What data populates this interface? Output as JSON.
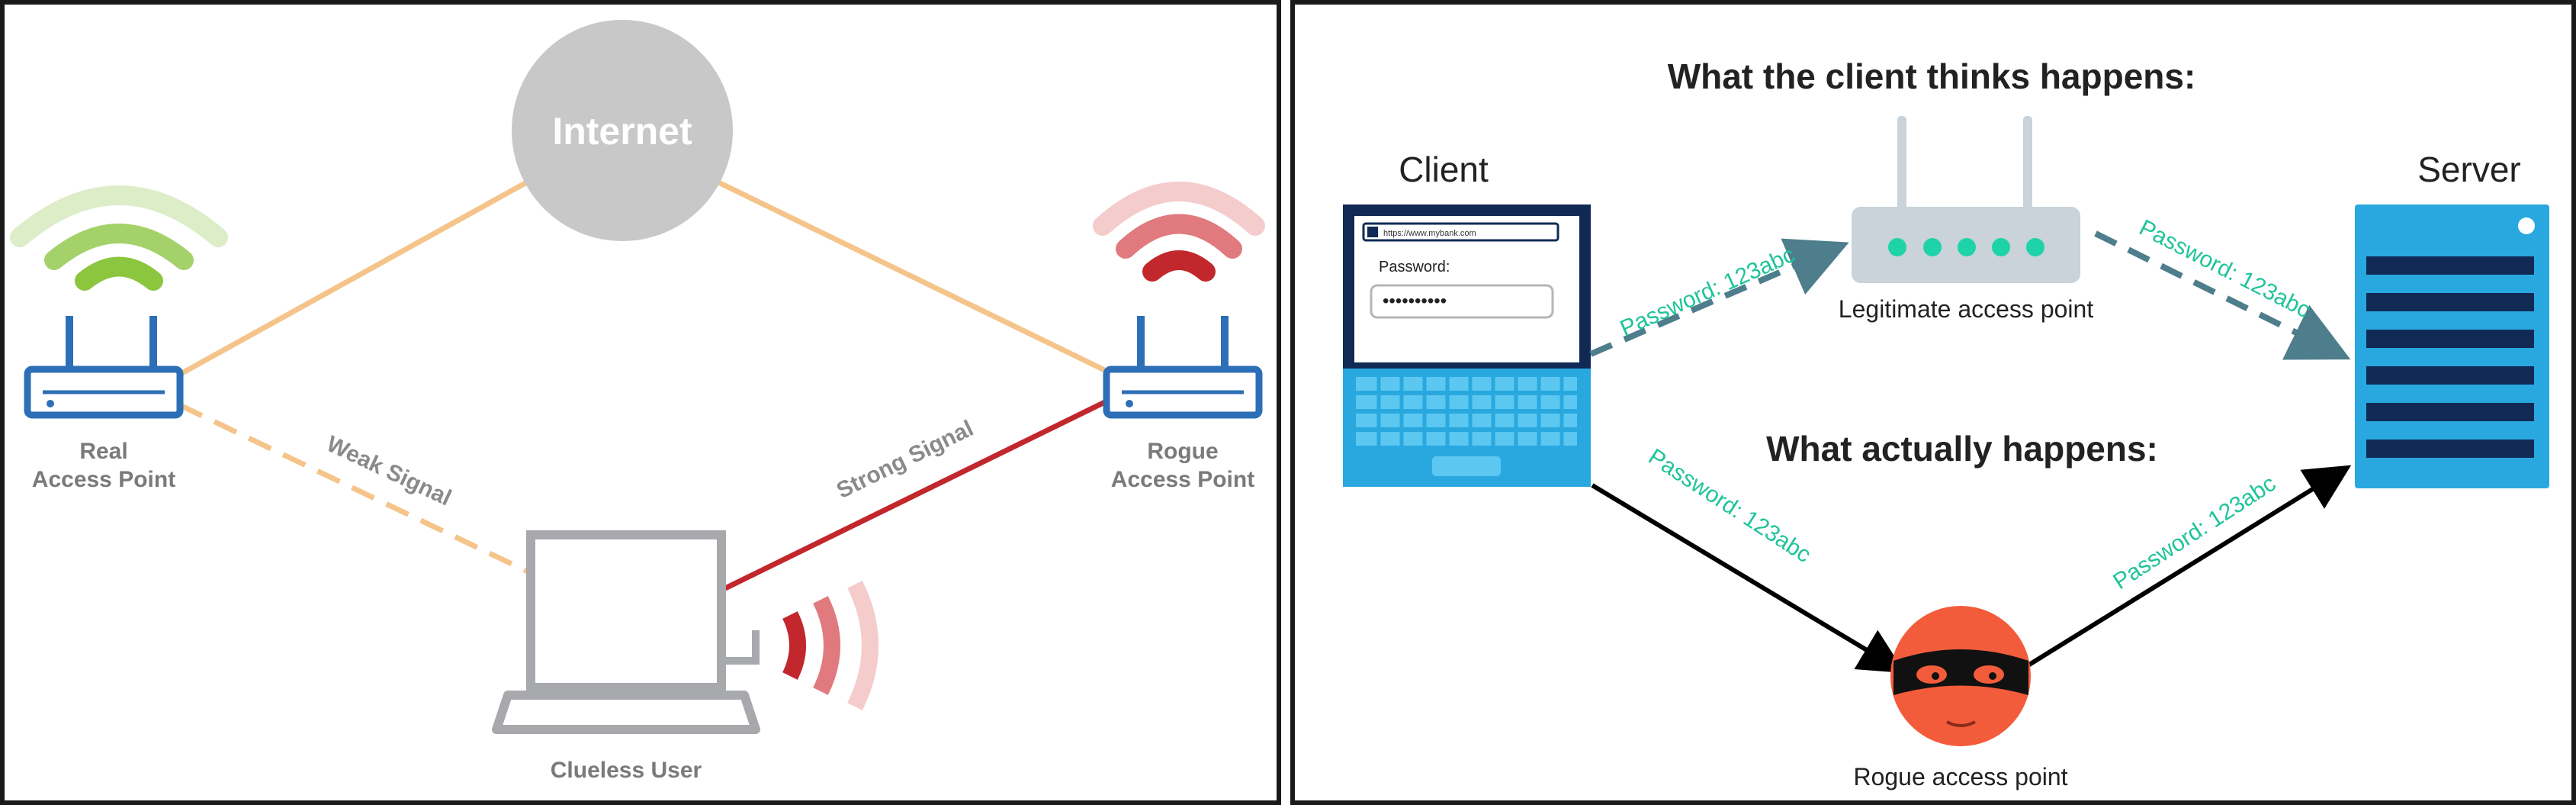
{
  "left": {
    "internet_label": "Internet",
    "real_ap_label_line1": "Real",
    "real_ap_label_line2": "Access Point",
    "rogue_ap_label_line1": "Rogue",
    "rogue_ap_label_line2": "Access Point",
    "weak_signal_label": "Weak Signal",
    "strong_signal_label": "Strong Signal",
    "user_label": "Clueless User",
    "colors": {
      "real_wifi": "#8cc63f",
      "rogue_wifi": "#c1272d",
      "ap_blue": "#2c6fb7",
      "link_orange": "#f5c48a",
      "internet_grey": "#c8c8c8",
      "laptop_grey": "#a7a9ac"
    }
  },
  "right": {
    "title_top": "What the client thinks happens:",
    "title_bottom": "What actually happens:",
    "client_label": "Client",
    "server_label": "Server",
    "legit_ap_label": "Legitimate access point",
    "rogue_ap_label": "Rogue access point",
    "url_text": "https://www.mybank.com",
    "password_field_label": "Password:",
    "password_value": "••••••••••",
    "flow_labels": [
      "Password: 123abc",
      "Password: 123abc",
      "Password: 123abc",
      "Password: 123abc"
    ],
    "colors": {
      "accent_green": "#1fc49a",
      "dashed_arrow": "#4e7d8c",
      "solid_arrow": "#000000",
      "laptop_blue": "#29a8e0",
      "server_blue": "#29a8e0",
      "router_grey": "#c9d3d9",
      "hacker_orange": "#f25c3b"
    }
  }
}
